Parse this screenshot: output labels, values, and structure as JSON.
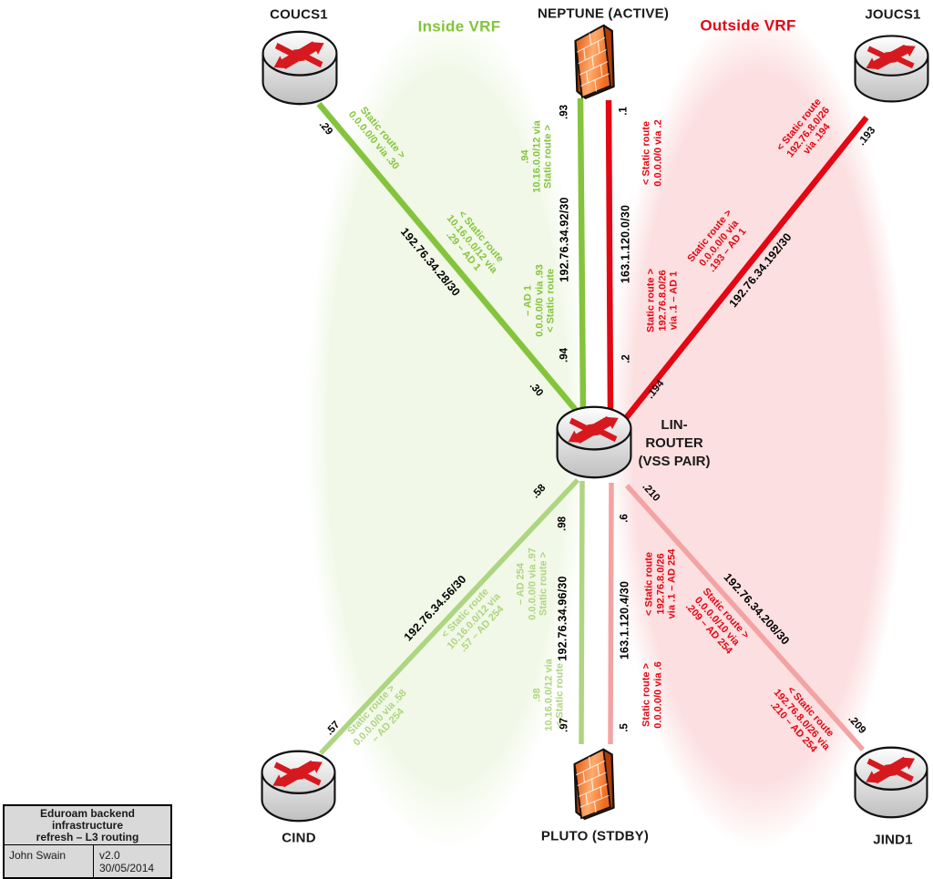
{
  "zones": {
    "inside": {
      "label": "Inside VRF"
    },
    "outside": {
      "label": "Outside VRF"
    }
  },
  "nodes": {
    "coucs1": {
      "label": "COUCS1",
      "type": "router"
    },
    "neptune": {
      "label": "NEPTUNE (ACTIVE)",
      "type": "firewall"
    },
    "joucs1": {
      "label": "JOUCS1",
      "type": "router"
    },
    "cind": {
      "label": "CIND",
      "type": "router"
    },
    "pluto": {
      "label": "PLUTO (STDBY)",
      "type": "firewall"
    },
    "jind1": {
      "label": "JIND1",
      "type": "router"
    },
    "lin_router": {
      "label": "LIN-\nROUTER\n(VSS PAIR)",
      "type": "router"
    }
  },
  "links": {
    "coucs1_lin": {
      "subnet": "192.76.34.28/30",
      "if_coucs1": ".29",
      "if_lin": ".30",
      "route_label_outer": "Static route >\n0.0.0.0/0 via .30",
      "route_label_inner": "< Static route\n10.16.0.0/12 via\n.29 – AD 1"
    },
    "neptune_lin_inside": {
      "subnet": "192.76.34.92/30",
      "if_neptune": ".93",
      "if_lin": ".94",
      "route_label_outer": "Static route >\n10.16.0.0/12 via\n.94",
      "route_label_inner": "< Static route\n0.0.0.0/0 via .93\n– AD 1"
    },
    "neptune_lin_outside": {
      "subnet": "163.1.120.0/30",
      "if_neptune": ".1",
      "if_lin": ".2",
      "route_label_outer": "< Static route\n0.0.0.0/0 via .2",
      "route_label_inner": "Static route >\n192.76.8.0/26\nvia .1 – AD 1"
    },
    "joucs1_lin": {
      "subnet": "192.76.34.192/30",
      "if_joucs1": ".193",
      "if_lin": ".194",
      "route_label_outer": "< Static route\n192.76.8.0/26\nvia .194",
      "route_label_inner": "Static route >\n0.0.0.0/0 via\n.193 – AD 1"
    },
    "cind_lin": {
      "subnet": "192.76.34.56/30",
      "if_cind": ".57",
      "if_lin": ".58",
      "route_label_outer": "Static route >\n0.0.0.0/0 via .58\n– AD 254",
      "route_label_inner": "< Static route\n10.16.0.0/12 via\n.57 – AD 254"
    },
    "pluto_lin_inside": {
      "subnet": "192.76.34.96/30",
      "if_pluto": ".97",
      "if_lin": ".98",
      "route_label_inner": "Static route >\n0.0.0.0/0 via .97\n– AD 254",
      "route_label_outer": "< Static route\n10.16.0.0/12 via\n.98"
    },
    "pluto_lin_outside": {
      "subnet": "163.1.120.4/30",
      "if_pluto": ".5",
      "if_lin": ".6",
      "route_label_inner": "< Static route\n192.76.8.0/26\nvia .1 – AD 254",
      "route_label_outer": "Static route >\n0.0.0.0/0 via .6"
    },
    "jind1_lin": {
      "subnet": "192.76.34.208/30",
      "if_jind1": ".209",
      "if_lin": ".210",
      "route_label_outer": "Static route >\n0.0.0.0/10 via\n.209 – AD 254",
      "route_label_inner": "< Static route\n192.76.8.0/26 via\n.210 – AD 254"
    }
  },
  "title_block": {
    "title": "Eduroam backend infrastructure\nrefresh – L3 routing",
    "author": "John Swain",
    "version": "v2.0 30/05/2014"
  },
  "colors": {
    "inside_green": "#84c43c",
    "inside_green_light": "#aed581",
    "outside_red": "#e30613",
    "outside_red_light": "#f3a3a3",
    "inside_fill": "#f1f8e7",
    "outside_fill": "#fcdfe0"
  }
}
